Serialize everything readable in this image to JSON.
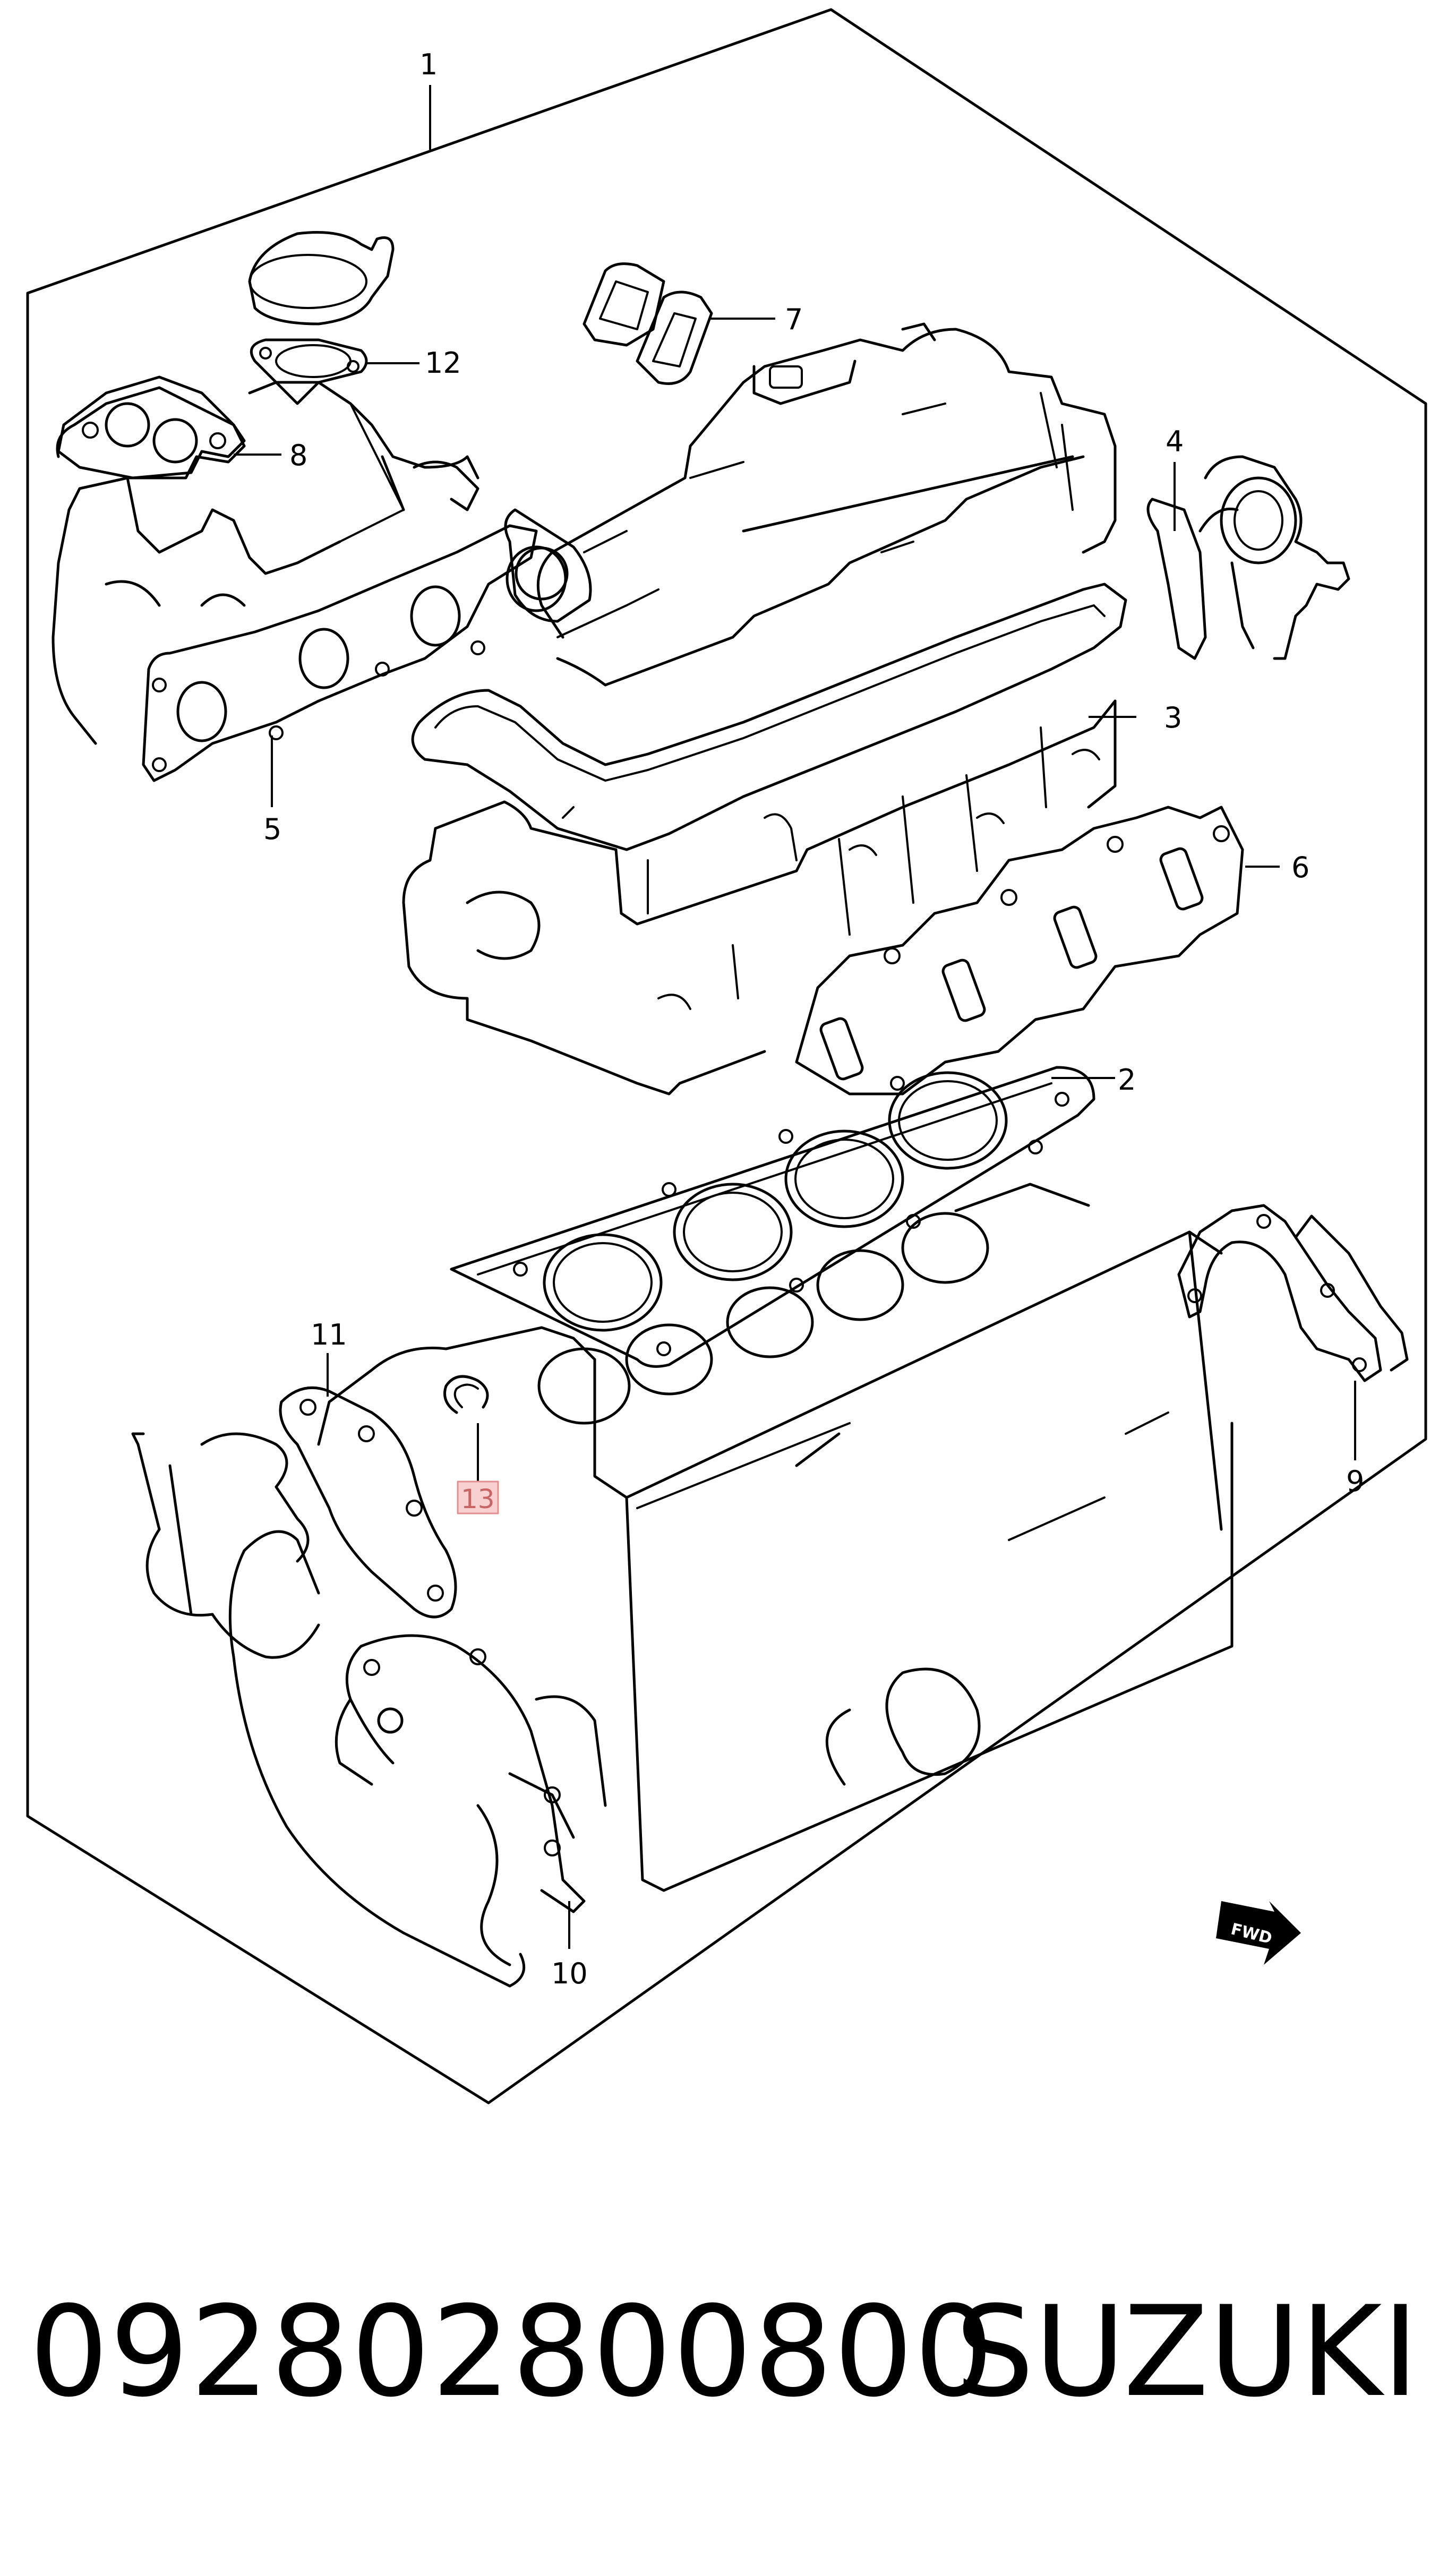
{
  "diagram": {
    "callouts": [
      {
        "id": "1",
        "label": "1"
      },
      {
        "id": "2",
        "label": "2"
      },
      {
        "id": "3",
        "label": "3"
      },
      {
        "id": "4",
        "label": "4"
      },
      {
        "id": "5",
        "label": "5"
      },
      {
        "id": "6",
        "label": "6"
      },
      {
        "id": "7",
        "label": "7"
      },
      {
        "id": "8",
        "label": "8"
      },
      {
        "id": "9",
        "label": "9"
      },
      {
        "id": "10",
        "label": "10"
      },
      {
        "id": "11",
        "label": "11"
      },
      {
        "id": "12",
        "label": "12"
      },
      {
        "id": "13",
        "label": "13",
        "highlighted": true
      }
    ],
    "direction_badge": "FWD",
    "highlight_color": "#f8d0d0"
  },
  "caption": {
    "part_number": "092802800800",
    "brand": "SUZUKI"
  }
}
